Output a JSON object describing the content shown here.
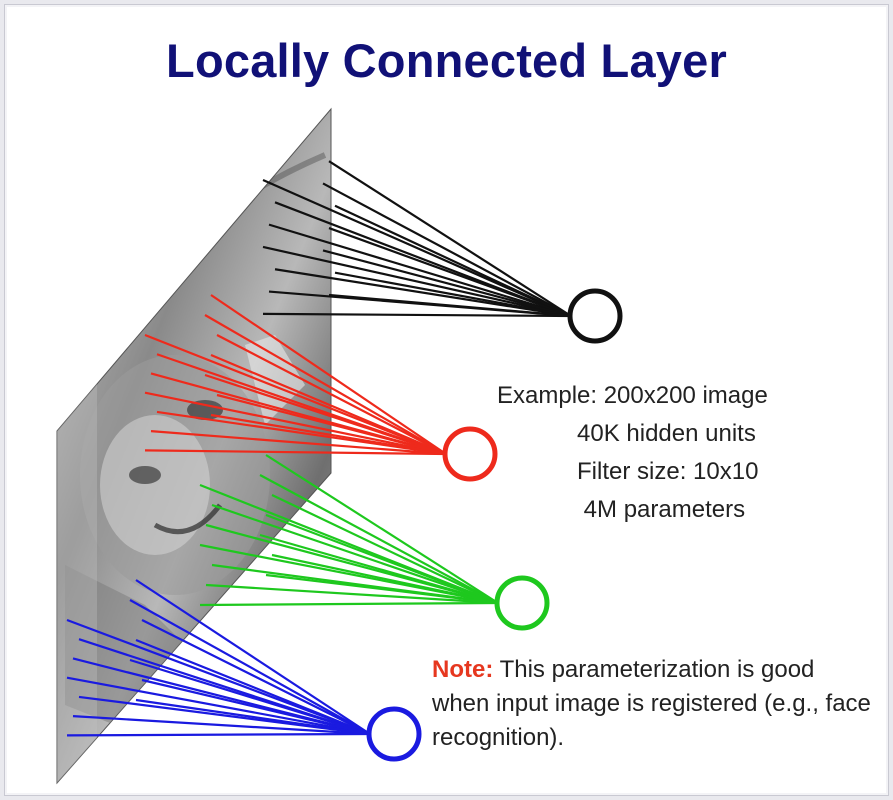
{
  "slide": {
    "title": "Locally Connected Layer",
    "example": {
      "lines": [
        "Example: 200x200 image",
        "            40K hidden units",
        "            Filter size: 10x10",
        "             4M parameters"
      ]
    },
    "note": {
      "label": "Note:",
      "text": " This parameterization is good when input image is registered (e.g., face recognition)."
    }
  },
  "diagram": {
    "input": "grayscale-face-image-plane",
    "units": [
      {
        "name": "black-hidden-unit",
        "color": "#111111"
      },
      {
        "name": "red-hidden-unit",
        "color": "#ee2a1c"
      },
      {
        "name": "green-hidden-unit",
        "color": "#1ec81e"
      },
      {
        "name": "blue-hidden-unit",
        "color": "#1a1ae0"
      }
    ]
  }
}
